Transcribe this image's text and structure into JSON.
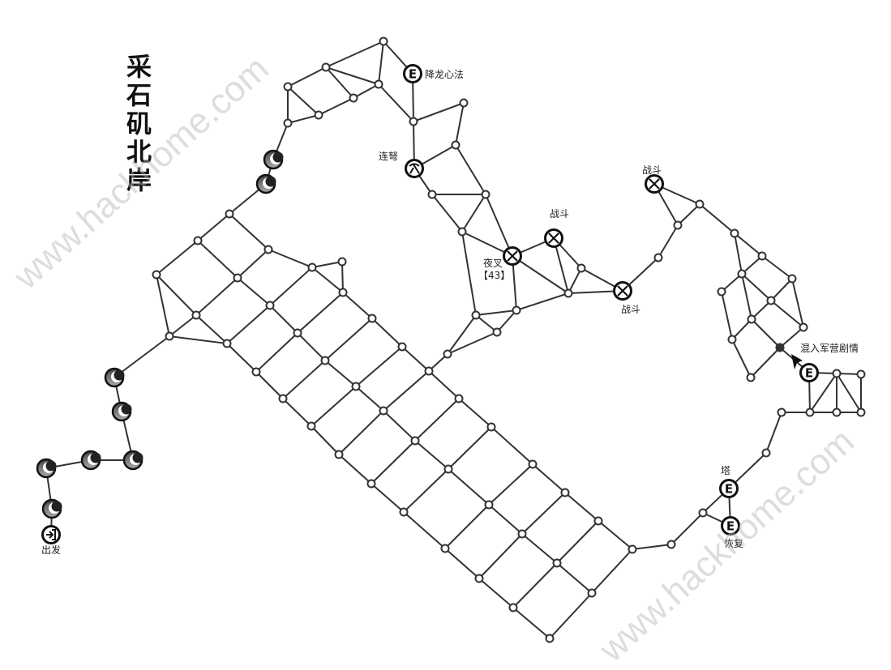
{
  "map_title": "采石矶北岸",
  "watermarks": [
    "www.hackhome.com",
    "www.hackhome.com"
  ],
  "labels": {
    "start": "出发",
    "skill": "降龙心法",
    "crossbow": "连弩",
    "battle_top": "战斗",
    "yaksha": "夜叉",
    "yaksha_level": "【43】",
    "battle_right": "战斗",
    "battle_upper_right": "战斗",
    "camp_story": "混入军营剧情",
    "tower": "塔",
    "recover": "恢复"
  },
  "node_icons": {
    "event": "E",
    "start": "enter-icon",
    "battle": "crossed-swords-icon",
    "pickaxe": "pickaxe-icon",
    "moon": "crescent-moon-icon",
    "story": "filled-dot-icon"
  },
  "colors": {
    "line": "#333333",
    "node_fill": "#ffffff",
    "icon_ring": "#111111"
  }
}
